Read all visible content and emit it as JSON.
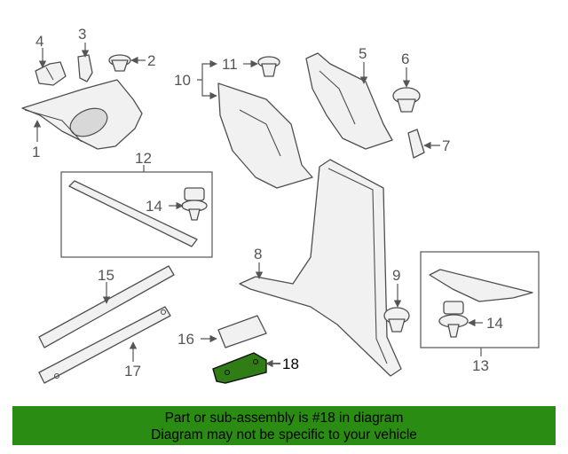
{
  "callouts": {
    "c1": "1",
    "c2": "2",
    "c3": "3",
    "c4": "4",
    "c5": "5",
    "c6": "6",
    "c7": "7",
    "c8": "8",
    "c9": "9",
    "c10": "10",
    "c11": "11",
    "c12": "12",
    "c13": "13",
    "c14a": "14",
    "c14b": "14",
    "c15": "15",
    "c16": "16",
    "c17": "17",
    "c18": "18"
  },
  "highlight_color": "#2f7d14",
  "banner": {
    "color": "#2a8c12",
    "line1": "Part or sub-assembly is #18 in diagram",
    "line2": "Diagram may not be specific to your vehicle"
  }
}
